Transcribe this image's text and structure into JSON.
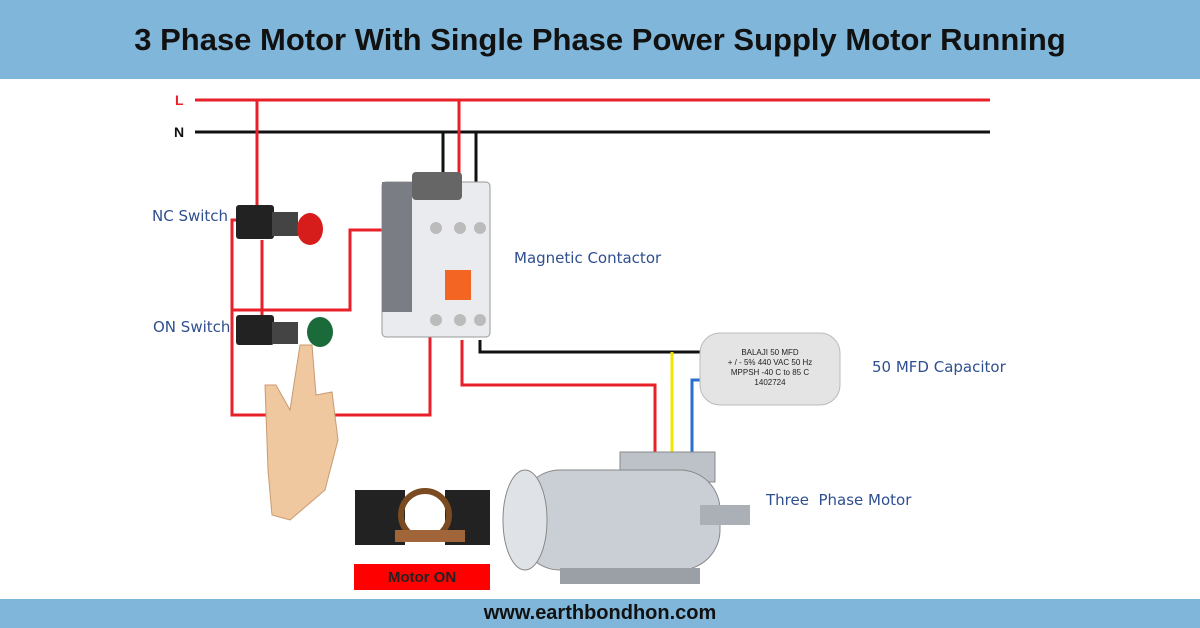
{
  "header": {
    "title": "3 Phase Motor With Single Phase Power Supply Motor Running"
  },
  "footer": {
    "website": "www.earthbondhon.com"
  },
  "lines": {
    "live": "L",
    "neutral": "N"
  },
  "labels": {
    "nc_switch": "NC Switch",
    "on_switch": "ON Switch",
    "contactor": "Magnetic Contactor",
    "capacitor": "50 MFD Capacitor",
    "motor": "Three  Phase Motor",
    "motor_on": "Motor ON"
  },
  "capacitor_print": [
    "BALAJI 50 MFD",
    "+ / - 5%  440 VAC 50 Hz",
    "MPPSH -40  C to 85 C",
    "1402724"
  ],
  "colors": {
    "header_bg": "#7fb6d9",
    "live_wire": "#e8202a",
    "neutral_wire": "#111111",
    "yellow_wire": "#f2e400",
    "blue_wire": "#2a6fd0",
    "motor_on_bg": "#ff0000"
  }
}
